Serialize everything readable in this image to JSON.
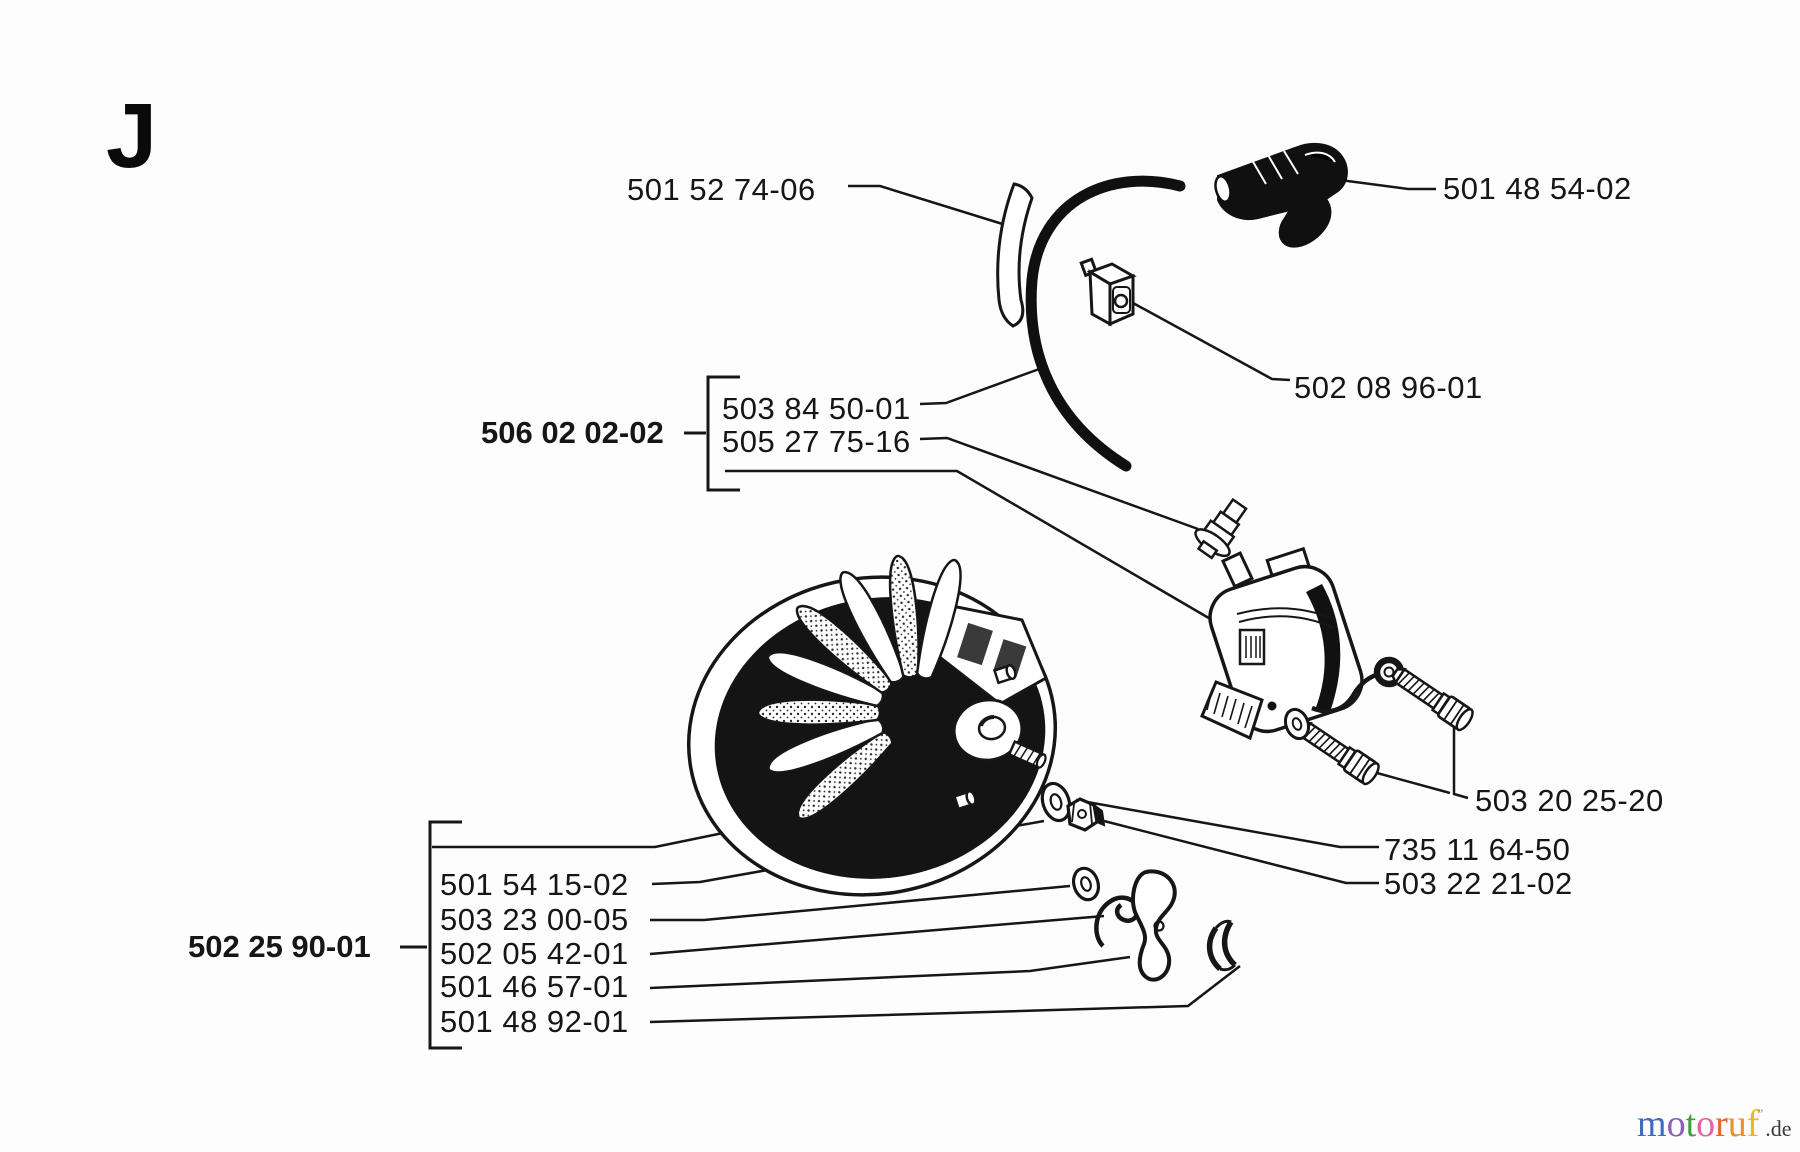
{
  "page": {
    "section_letter": "J",
    "background_color": "#fdfdfd",
    "line_color": "#161616"
  },
  "labels": {
    "tube": "501 52 74-06",
    "boot": "501 48 54-02",
    "switch": "502 08 96-01",
    "module_group": "506 02 02-02",
    "ht_wire": "503 84 50-01",
    "terminal": "505 27 75-16",
    "screw": "503 20 25-20",
    "washer": "735 11 64-50",
    "nut": "503 22 21-02",
    "key": "501 54 15-02",
    "pawl_washer": "503 23 00-05",
    "spring": "502 05 42-01",
    "pawl": "501 46 57-01",
    "clip": "501 48 92-01",
    "flywheel_group": "502 25 90-01"
  },
  "watermark": {
    "letters": [
      "m",
      "o",
      "t",
      "o",
      "r",
      "u",
      "f"
    ],
    "letter_colors": [
      "#3f6cc0",
      "#8a5fba",
      "#3f9e3f",
      "#e563a5",
      "#e1662c",
      "#ea9030",
      "#eeb71b"
    ],
    "tm": "”",
    "suffix": ".de",
    "suffix_color": "#3a3a3a"
  }
}
